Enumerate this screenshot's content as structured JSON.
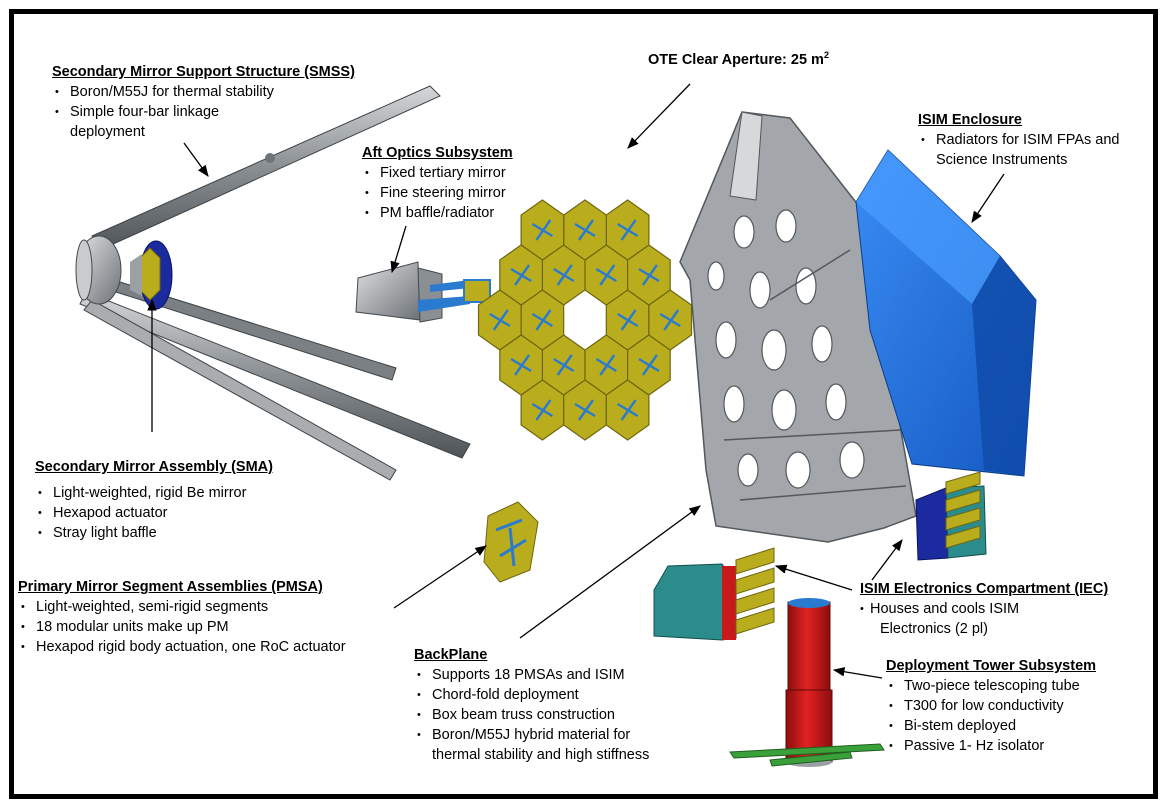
{
  "ote": {
    "title": "OTE Clear Aperture: 25 m",
    "sup": "2"
  },
  "smss": {
    "title": "Secondary Mirror Support Structure (SMSS)",
    "b1": "Boron/M55J for thermal stability",
    "b2": "Simple four-bar linkage",
    "b2cont": "deployment"
  },
  "aft": {
    "title": "Aft Optics Subsystem",
    "b1": "Fixed tertiary mirror",
    "b2": "Fine steering mirror",
    "b3": "PM baffle/radiator"
  },
  "isim": {
    "title": "ISIM Enclosure",
    "b1": "Radiators for ISIM FPAs and",
    "b1cont": "Science Instruments"
  },
  "sma": {
    "title": "Secondary Mirror Assembly (SMA)",
    "b1": "Light-weighted, rigid Be mirror",
    "b2": "Hexapod actuator",
    "b3": "Stray light baffle"
  },
  "pmsa": {
    "title": "Primary Mirror Segment Assemblies (PMSA)",
    "b1": "Light-weighted, semi-rigid segments",
    "b2": "18 modular units make up PM",
    "b3": "Hexapod rigid body actuation, one RoC actuator"
  },
  "backplane": {
    "title": "BackPlane",
    "b1": "Supports 18 PMSAs and ISIM",
    "b2": "Chord-fold deployment",
    "b3": "Box beam truss construction",
    "b4": "Boron/M55J hybrid material for",
    "b4cont": "thermal stability and high stiffness"
  },
  "iec": {
    "title": "ISIM Electronics Compartment (IEC)",
    "b1": "Houses and cools ISIM",
    "b1cont": "Electronics (2 pl)"
  },
  "dts": {
    "title": "Deployment Tower Subsystem",
    "b1": "Two-piece telescoping tube",
    "b2": "T300 for low conductivity",
    "b3": "Bi-stem deployed",
    "b4": "Passive 1- Hz isolator"
  },
  "colors": {
    "mirror": "#b9ad1e",
    "mirror_edge": "#6e6610",
    "actuator": "#2a7bd0",
    "structure": "#9ea3a7",
    "isim": "#1f7be8",
    "iec_box": "#2c8c8c",
    "tower": "#c81a1a",
    "boom": "#6f7478"
  }
}
